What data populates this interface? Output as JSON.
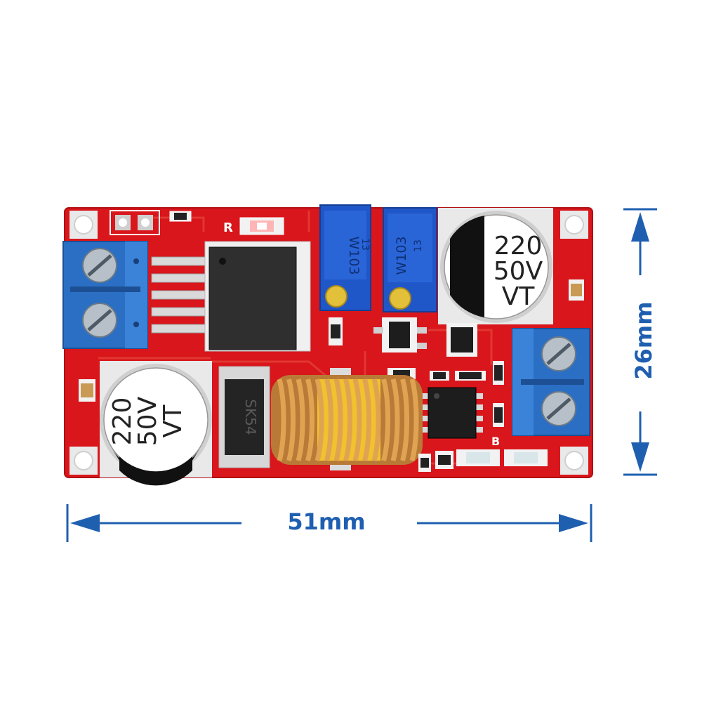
{
  "colors": {
    "dimension": "#1f5fb0",
    "pcb": "#d8161b",
    "terminal": "#2b6fc4",
    "trimmer": "#1f56c8",
    "copper": "#d79a4a",
    "core": "#f1c22e"
  },
  "dimensions": {
    "width_label": "51mm",
    "height_label": "26mm"
  },
  "board": {
    "silkscreen_r": "R",
    "silkscreen_b": "B",
    "trimmer_code": "W103",
    "trimmer_pin": "13",
    "capacitor_left": {
      "line1": "220",
      "line2": "50V",
      "line3": "VT"
    },
    "capacitor_right": {
      "line1": "220",
      "line2": "50V",
      "line3": "VT"
    },
    "diode_marking": "SK54"
  }
}
